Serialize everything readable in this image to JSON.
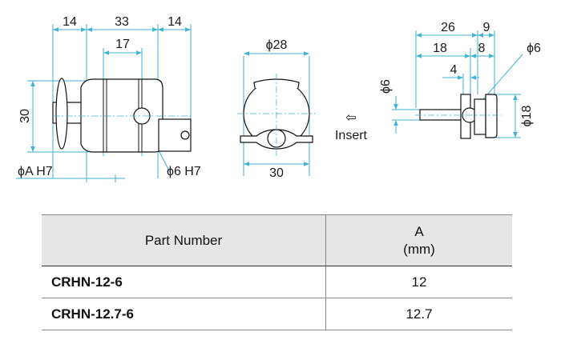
{
  "drawing": {
    "side_view": {
      "dim_top_left": "14",
      "dim_top_middle": "33",
      "dim_top_right": "14",
      "dim_inner": "17",
      "dim_height": "30",
      "label_bore": "ϕA H7",
      "label_hole": "ϕ6 H7"
    },
    "front_view": {
      "dim_diameter": "ϕ28",
      "dim_width": "30"
    },
    "insert_label": "Insert",
    "insert_arrow": "⇦",
    "pin_view": {
      "dim_26": "26",
      "dim_9": "9",
      "dim_18": "18",
      "dim_8": "8",
      "dim_4": "4",
      "dim_phi6_top": "ϕ6",
      "dim_phi6_left": "ϕ6",
      "dim_phi18": "ϕ18"
    }
  },
  "table": {
    "col_part": "Part Number",
    "col_a_name": "A",
    "col_a_unit": "(mm)",
    "rows": [
      {
        "part": "CRHN-12-6",
        "a": "12"
      },
      {
        "part": "CRHN-12.7-6",
        "a": "12.7"
      }
    ]
  },
  "colors": {
    "dimension_lines": "#3fb2d6",
    "header_bg": "#e6e6e6"
  }
}
